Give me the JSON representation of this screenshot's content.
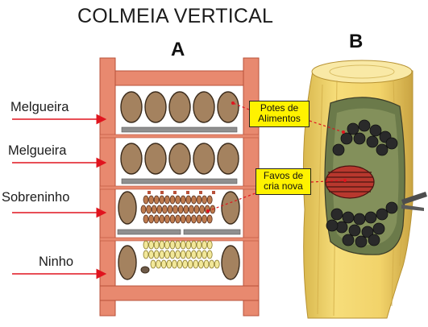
{
  "title": "COLMEIA VERTICAL",
  "panel_a_letter": "A",
  "panel_b_letter": "B",
  "levels": [
    {
      "label": "Melgueira"
    },
    {
      "label": "Melgueira"
    },
    {
      "label": "Sobreninho"
    },
    {
      "label": "Ninho"
    }
  ],
  "callouts": {
    "potes": "Potes de Alimentos",
    "favos": "Favos de cria nova"
  },
  "colors": {
    "frame": "#e8896f",
    "frame_stroke": "#b8513a",
    "honey_pot": "#a4825f",
    "pot_stroke": "#3c2c1c",
    "brood_new": "#bd7a4e",
    "brood_old": "#f2e89a",
    "callout_bg": "#fff200",
    "arrow": "#e0141e",
    "log_wood": "#f2d36a",
    "log_cavity": "#6b7a4a",
    "brood_comb_b": "#b8382e"
  },
  "icons": [
    "red-arrow-icon",
    "dashed-pointer-icon"
  ]
}
